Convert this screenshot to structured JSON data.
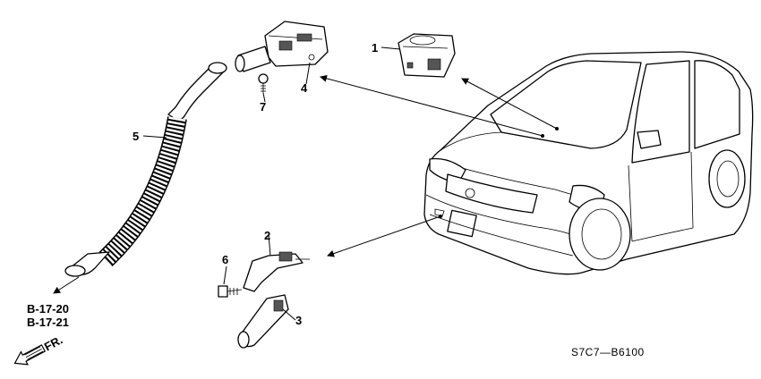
{
  "callouts": [
    "1",
    "2",
    "3",
    "4",
    "5",
    "6",
    "7"
  ],
  "references": [
    "B-17-20",
    "B-17-21"
  ],
  "direction_label": "FR.",
  "diagram_code": "S7C7—B6100"
}
